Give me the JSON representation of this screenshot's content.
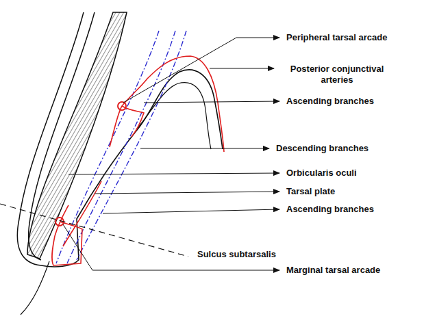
{
  "diagram": {
    "labels": [
      "Peripheral tarsal arcade",
      "Posterior conjunctival arteries",
      "Ascending branches",
      "Descending branches",
      "Orbicularis oculi",
      "Tarsal plate",
      "Ascending branches",
      "Sulcus subtarsalis",
      "Marginal tarsal arcade"
    ]
  }
}
